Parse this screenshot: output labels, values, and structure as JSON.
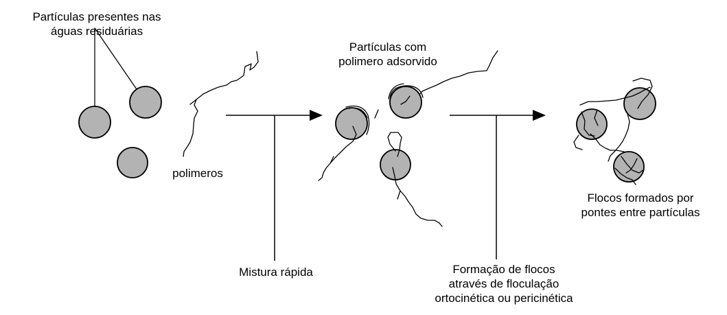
{
  "labels": {
    "particles_wastewater": [
      "Partículas presentes nas",
      "águas residuárias"
    ],
    "polymers": "polimeros",
    "particles_with_polymer": [
      "Partículas com",
      "polimero adsorvido"
    ],
    "rapid_mixing": "Mistura rápida",
    "floc_formation": [
      "Formação de flocos",
      "através de floculação",
      "ortocinética ou pericinética"
    ],
    "flocs_formed": [
      "Flocos formados por",
      "pontes entre partículas"
    ]
  },
  "colors": {
    "particle_fill": "#b3b3b3",
    "stroke": "#000000",
    "background": "#ffffff"
  }
}
